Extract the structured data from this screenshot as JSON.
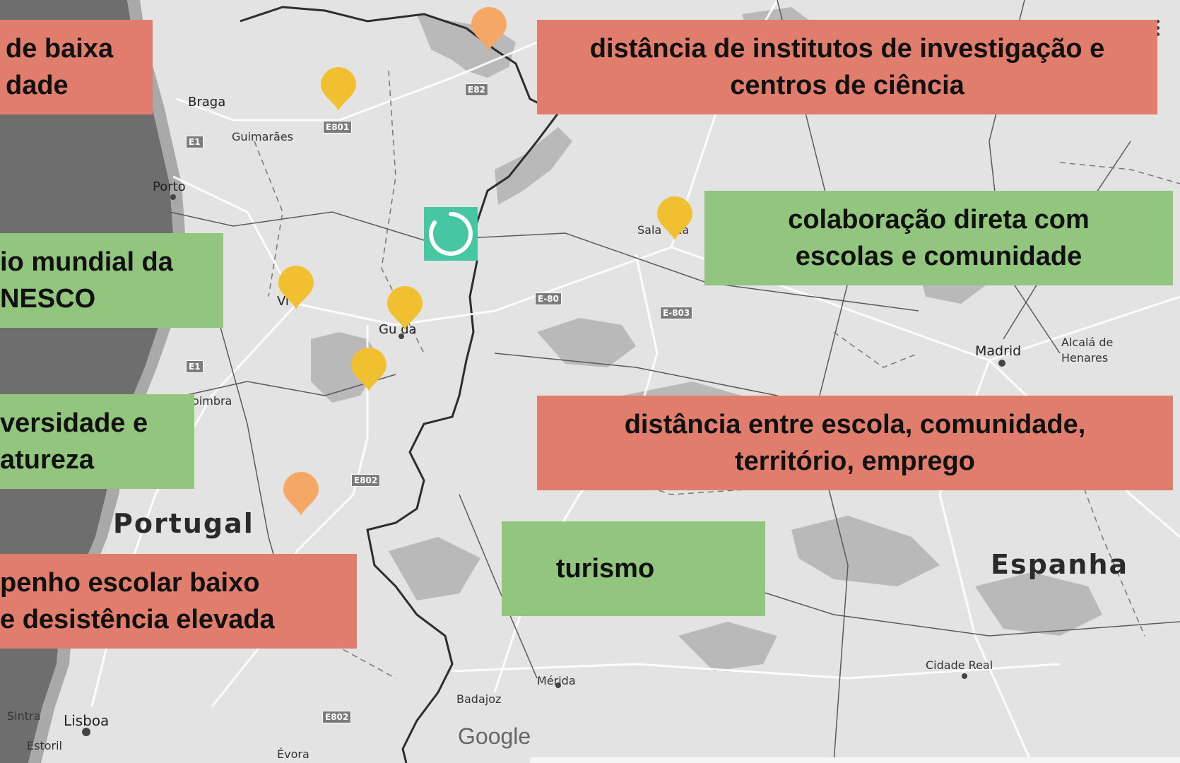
{
  "map": {
    "places": [
      {
        "id": "braga",
        "label": "Braga"
      },
      {
        "id": "guimaraes",
        "label": "Guimarães"
      },
      {
        "id": "porto",
        "label": "Porto"
      },
      {
        "id": "viseu",
        "label": "Vi"
      },
      {
        "id": "guarda",
        "label": "Gu da"
      },
      {
        "id": "coimbra",
        "label": "oimbra"
      },
      {
        "id": "salamanca",
        "label": "Sala  nca"
      },
      {
        "id": "madrid",
        "label": "Madrid"
      },
      {
        "id": "alcala",
        "label": "Alcalá de\nHenares"
      },
      {
        "id": "cidade-real",
        "label": "Cidade Real"
      },
      {
        "id": "merida",
        "label": "Mérida"
      },
      {
        "id": "badajoz",
        "label": "Badajoz"
      },
      {
        "id": "lisboa",
        "label": "Lisboa"
      },
      {
        "id": "sintra",
        "label": "Sintra"
      },
      {
        "id": "estoril",
        "label": "Estoril"
      },
      {
        "id": "evora",
        "label": "Évora"
      },
      {
        "id": "portugal",
        "label": "Portugal"
      },
      {
        "id": "espanha",
        "label": "Espanha"
      }
    ],
    "roads": [
      "E801",
      "E82",
      "E1",
      "E-80",
      "E-803",
      "E1",
      "E802",
      "E802"
    ],
    "attribution": "Google",
    "pin_colors": {
      "yellow": "#f0c030",
      "orange": "#f5a766"
    }
  },
  "notes": {
    "low_density": "de baixa\ndade",
    "research_distance": "distância de institutos de investigação e\ncentros de ciência",
    "school_collaboration": "colaboração direta com\nescolas e comunidade",
    "unesco": "io mundial da\nNESCO",
    "biodiversity": "versidade e\natureza",
    "distance_school": "distância entre escola, comunidade,\nterritório, emprego",
    "tourism": "turismo",
    "school_performance": "penho escolar baixo\ne desistência elevada"
  },
  "colors": {
    "negative": "#e07d6c",
    "positive": "#92c57d",
    "loader": "#47c6a3"
  }
}
